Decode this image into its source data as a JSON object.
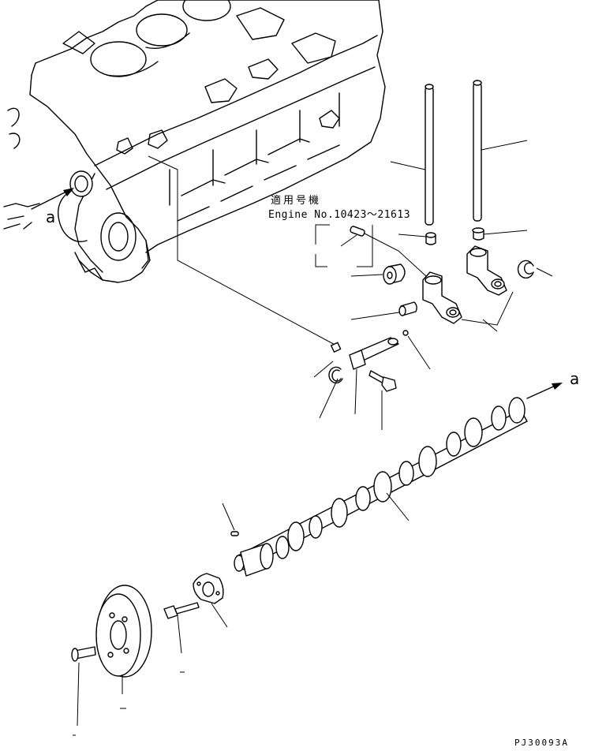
{
  "diagram": {
    "view_markers": {
      "left": "a",
      "right": "a"
    },
    "applicability_note": {
      "title": "適用号機",
      "engine_serial": "Engine No.10423～21613"
    },
    "drawing_code": "PJ30093A"
  }
}
